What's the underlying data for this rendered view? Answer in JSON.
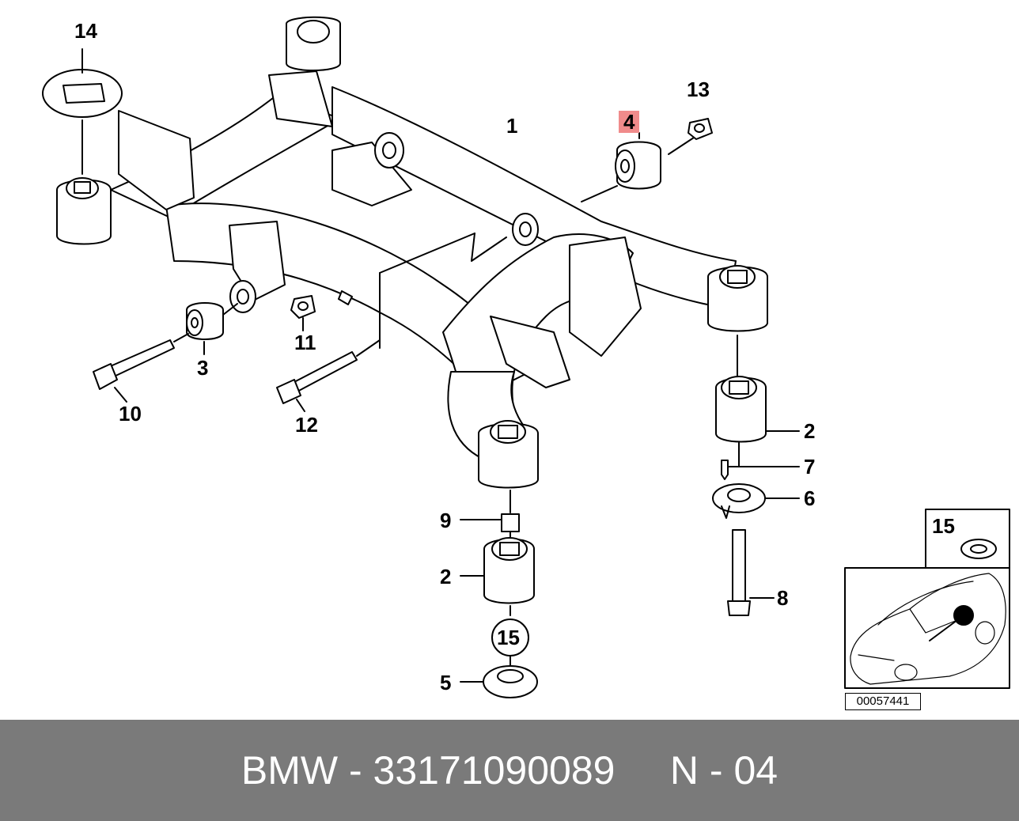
{
  "callouts": {
    "c14": "14",
    "c13": "13",
    "c4": "4",
    "c1": "1",
    "c3": "3",
    "c10": "10",
    "c11": "11",
    "c12": "12",
    "c2a": "2",
    "c7": "7",
    "c6": "6",
    "c9": "9",
    "c2b": "2",
    "c8": "8",
    "c15a": "15",
    "c5": "5",
    "c15b": "15"
  },
  "reference_number": "00057441",
  "footer": {
    "brand": "BMW",
    "part_number": "33171090089",
    "position": "N - 04"
  },
  "colors": {
    "highlight": "#f08b8b",
    "footer_bg": "#7a7a7a",
    "footer_text": "#ffffff",
    "line": "#000000"
  }
}
